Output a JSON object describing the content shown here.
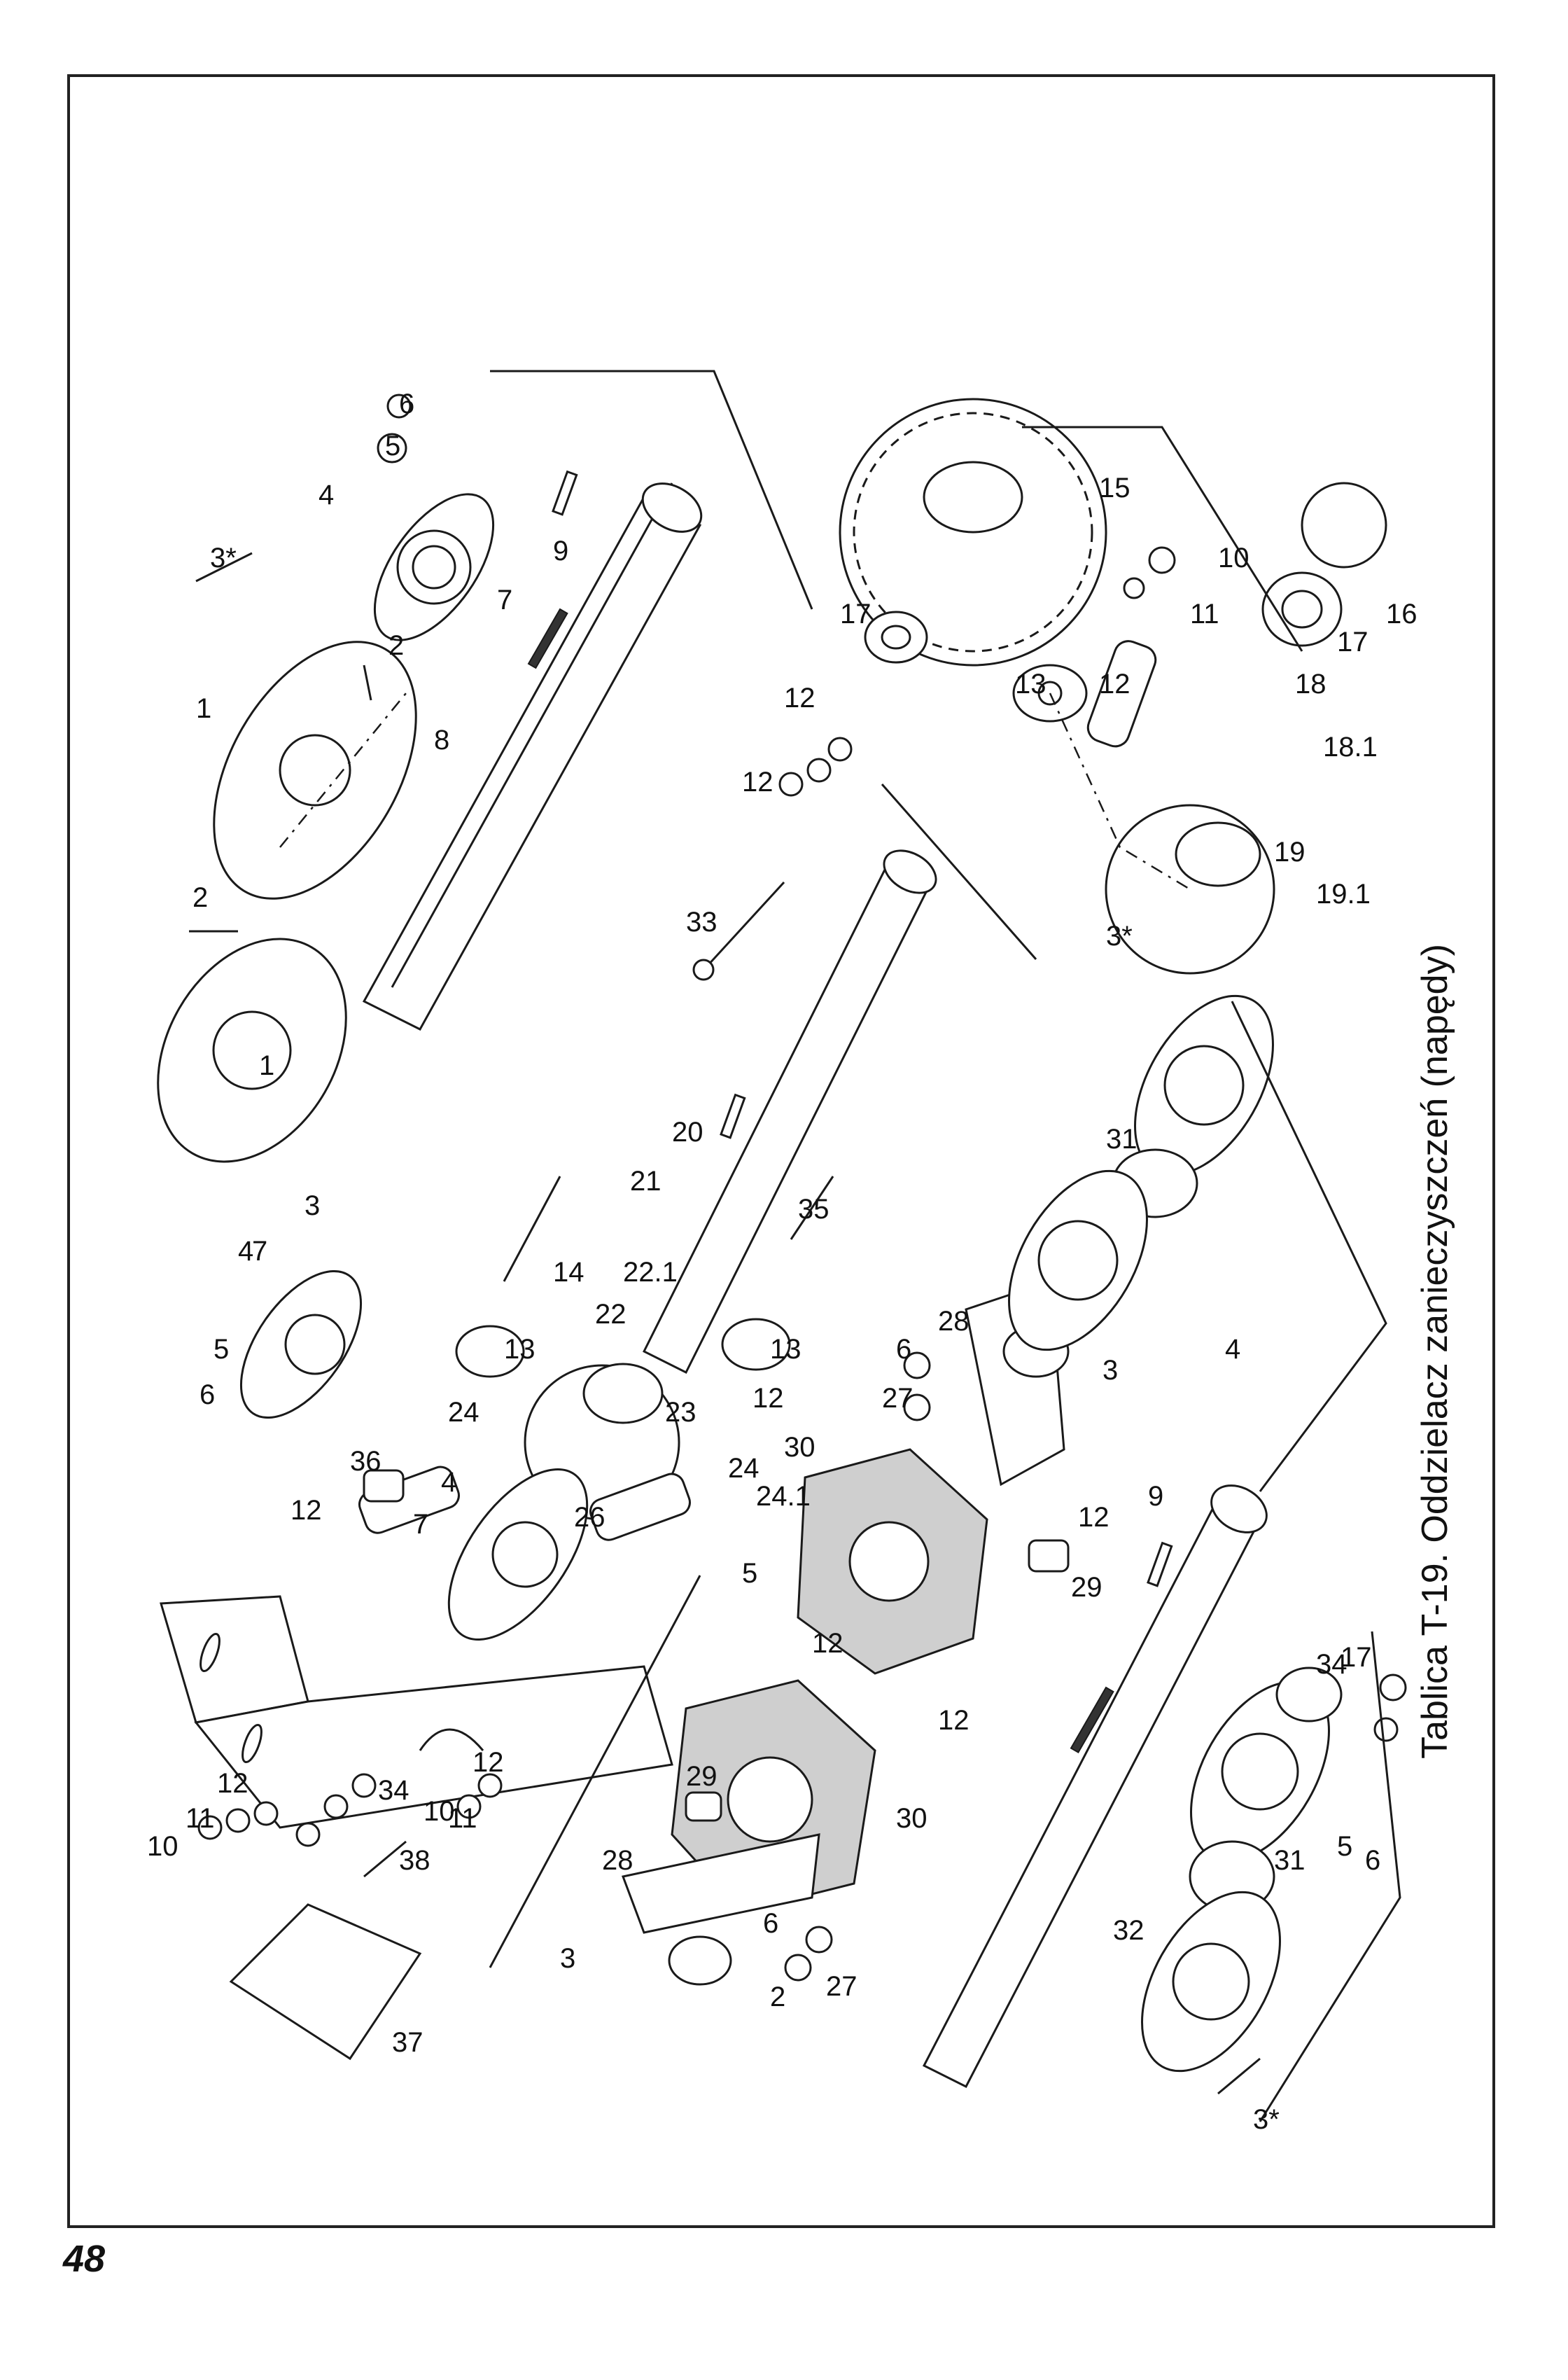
{
  "caption": "Tablica T-19. Oddzielacz zanieczyszczeń (napędy)",
  "page_number": "48",
  "callouts": [
    "1",
    "1",
    "2",
    "2",
    "2",
    "3",
    "3",
    "3",
    "3*",
    "3*",
    "3*",
    "4",
    "4",
    "4",
    "4",
    "5",
    "5",
    "5",
    "5",
    "6",
    "6",
    "6",
    "6",
    "6",
    "7",
    "7",
    "7",
    "8",
    "9",
    "9",
    "10",
    "10",
    "10",
    "11",
    "11",
    "11",
    "12",
    "12",
    "12",
    "12",
    "12",
    "12",
    "12",
    "12",
    "12",
    "12",
    "13",
    "13",
    "13",
    "14",
    "15",
    "16",
    "17",
    "17",
    "17",
    "18",
    "18.1",
    "19",
    "19.1",
    "20",
    "21",
    "22",
    "22.1",
    "23",
    "24",
    "24",
    "24.1",
    "26",
    "27",
    "27",
    "28",
    "28",
    "29",
    "29",
    "30",
    "30",
    "31",
    "31",
    "32",
    "33",
    "34",
    "34",
    "35",
    "36",
    "37",
    "38"
  ]
}
